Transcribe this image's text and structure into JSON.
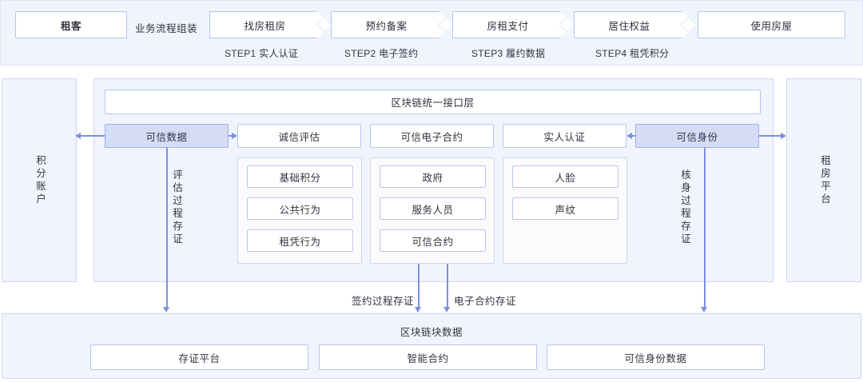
{
  "top_flow": {
    "actor": "租客",
    "connector_label": "业务流程组装",
    "stages": [
      {
        "label": "找房租房",
        "step": "STEP1 实人认证"
      },
      {
        "label": "预约备案",
        "step": "STEP2 电子签约"
      },
      {
        "label": "房租支付",
        "step": "STEP3 履约数据"
      },
      {
        "label": "居住权益",
        "step": "STEP4 租凭积分"
      }
    ],
    "end": "使用房屋"
  },
  "left_panel": {
    "label": "积分账户"
  },
  "right_panel": {
    "label": "租房平台"
  },
  "middle": {
    "interface_layer": "区块链统一接口层",
    "categories": [
      {
        "label": "可信数据",
        "highlight": true
      },
      {
        "label": "诚信评估",
        "highlight": false
      },
      {
        "label": "可信电子合约",
        "highlight": false
      },
      {
        "label": "实人认证",
        "highlight": false
      },
      {
        "label": "可信身份",
        "highlight": true
      }
    ],
    "vertical_labels": {
      "left": "评估过程存证",
      "right": "核身过程存证"
    },
    "groups": [
      {
        "name": "credit-evaluation-group",
        "items": [
          "基础积分",
          "公共行为",
          "租凭行为"
        ]
      },
      {
        "name": "contract-group",
        "items": [
          "政府",
          "服务人员",
          "可信合约"
        ]
      },
      {
        "name": "identity-group",
        "items": [
          "人脸",
          "声纹"
        ]
      }
    ]
  },
  "flow_labels": {
    "signing": "签约过程存证",
    "econtract": "电子合约存证"
  },
  "bottom": {
    "title": "区块链块数据",
    "items": [
      "存证平台",
      "智能合约",
      "可信身份数据"
    ]
  },
  "colors": {
    "accent": "#7b8fe0",
    "panel_bg": "#f1f4fd",
    "highlight_bg": "#d5ddf6",
    "border": "#b9c4ee"
  }
}
